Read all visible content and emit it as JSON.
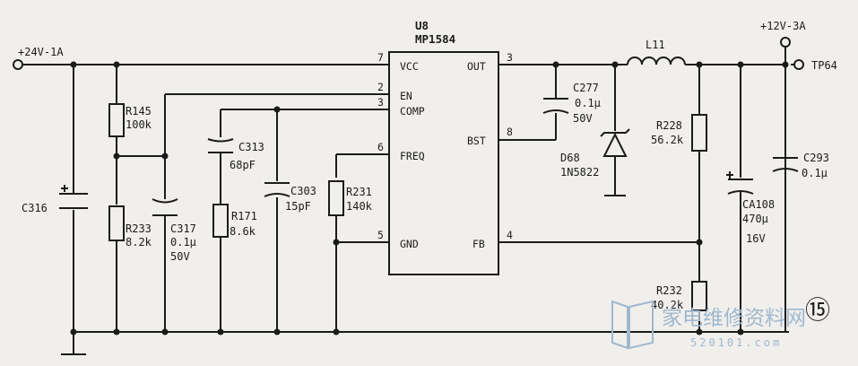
{
  "rails": {
    "input": "+24V-1A",
    "output": "+12V-3A",
    "testpoint": "TP64"
  },
  "ic": {
    "ref": "U8",
    "part": "MP1584",
    "pins": [
      {
        "num": "7",
        "name": "VCC"
      },
      {
        "num": "2",
        "name": "EN"
      },
      {
        "num": "3",
        "name": "COMP"
      },
      {
        "num": "6",
        "name": "FREQ"
      },
      {
        "num": "5",
        "name": "GND"
      },
      {
        "num": "3",
        "name": "OUT"
      },
      {
        "num": "8",
        "name": "BST"
      },
      {
        "num": "4",
        "name": "FB"
      }
    ]
  },
  "components": {
    "c316": {
      "ref": "C316"
    },
    "r145": {
      "ref": "R145",
      "value": "100k"
    },
    "r233": {
      "ref": "R233",
      "value": "8.2k"
    },
    "c317": {
      "ref": "C317",
      "value": "0.1μ",
      "voltage": "50V"
    },
    "c313": {
      "ref": "C313",
      "value": "68pF"
    },
    "r171": {
      "ref": "R171",
      "value": "8.6k"
    },
    "c303": {
      "ref": "C303",
      "value": "15pF"
    },
    "r231": {
      "ref": "R231",
      "value": "140k"
    },
    "c277": {
      "ref": "C277",
      "value": "0.1μ",
      "voltage": "50V"
    },
    "d68": {
      "ref": "D68",
      "value": "1N5822"
    },
    "l11": {
      "ref": "L11"
    },
    "r228": {
      "ref": "R228",
      "value": "56.2k"
    },
    "r232": {
      "ref": "R232",
      "value": "40.2k"
    },
    "ca108": {
      "ref": "CA108",
      "value": "470μ",
      "voltage": "16V"
    },
    "c293": {
      "ref": "C293",
      "value": "0.1μ"
    }
  },
  "figure_number": "⑮",
  "watermark": {
    "text": "家电维修资料网",
    "url": "520101.com"
  }
}
